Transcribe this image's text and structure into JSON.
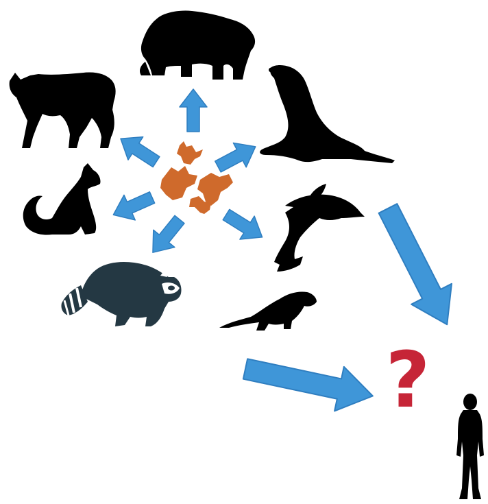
{
  "diagram": {
    "hub": {
      "name": "birds-cluster",
      "color": "#cf6a2c",
      "count": 4
    },
    "animals": [
      {
        "name": "bear",
        "icon": "bear-silhouette-icon",
        "color": "#000000"
      },
      {
        "name": "sea-lion",
        "icon": "sea-lion-silhouette-icon",
        "color": "#000000"
      },
      {
        "name": "lynx",
        "icon": "lynx-silhouette-icon",
        "color": "#000000"
      },
      {
        "name": "fox",
        "icon": "fox-silhouette-icon",
        "color": "#000000"
      },
      {
        "name": "raccoon",
        "icon": "raccoon-silhouette-icon",
        "color": "#243843"
      },
      {
        "name": "dolphin",
        "icon": "dolphin-silhouette-icon",
        "color": "#000000"
      },
      {
        "name": "ferret",
        "icon": "ferret-silhouette-icon",
        "color": "#000000"
      },
      {
        "name": "human",
        "icon": "human-silhouette-icon",
        "color": "#000000"
      }
    ],
    "arrow_color": "#3f96d8",
    "arrow_outline": "#2f7ec0",
    "question": {
      "text": "?",
      "color": "#c62537"
    }
  }
}
